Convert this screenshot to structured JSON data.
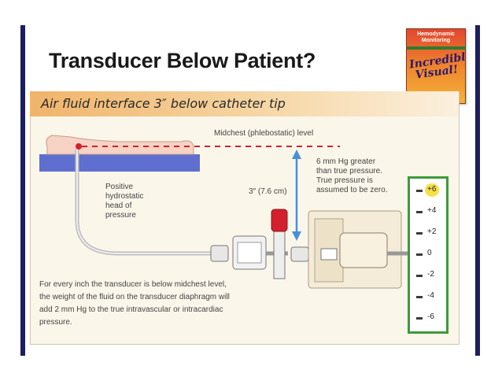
{
  "slide": {
    "title": "Transducer Below Patient?",
    "book": {
      "line1": "Hemodynamic",
      "line2": "Monitoring",
      "line3": "Incredibly",
      "line4": "Visual!"
    }
  },
  "figure": {
    "banner": "Air fluid interface 3″ below catheter tip",
    "midchest_label": "Midchest (phlebostatic) level",
    "head_label": [
      "Positive",
      "hydrostatic",
      "head of",
      "pressure"
    ],
    "distance_label": "3″ (7.6 cm)",
    "pressure_note": [
      "6 mm Hg greater",
      "than true pressure.",
      "True pressure is",
      "assumed to be zero."
    ],
    "scale": [
      "+6",
      "+4",
      "+2",
      "0",
      "-2",
      "-4",
      "-6"
    ],
    "scale_highlight": "+6",
    "footnote": [
      "For every inch the transducer is below midchest level,",
      "the weight of the fluid on the transducer diaphragm will",
      "add 2 mm Hg to the true intravascular or intracardiac",
      "pressure."
    ]
  },
  "colors": {
    "frame": "#1b1f5e",
    "scale_border": "#3f9a3a",
    "dashed_line": "#d2202e",
    "arrow": "#4a90d9"
  }
}
